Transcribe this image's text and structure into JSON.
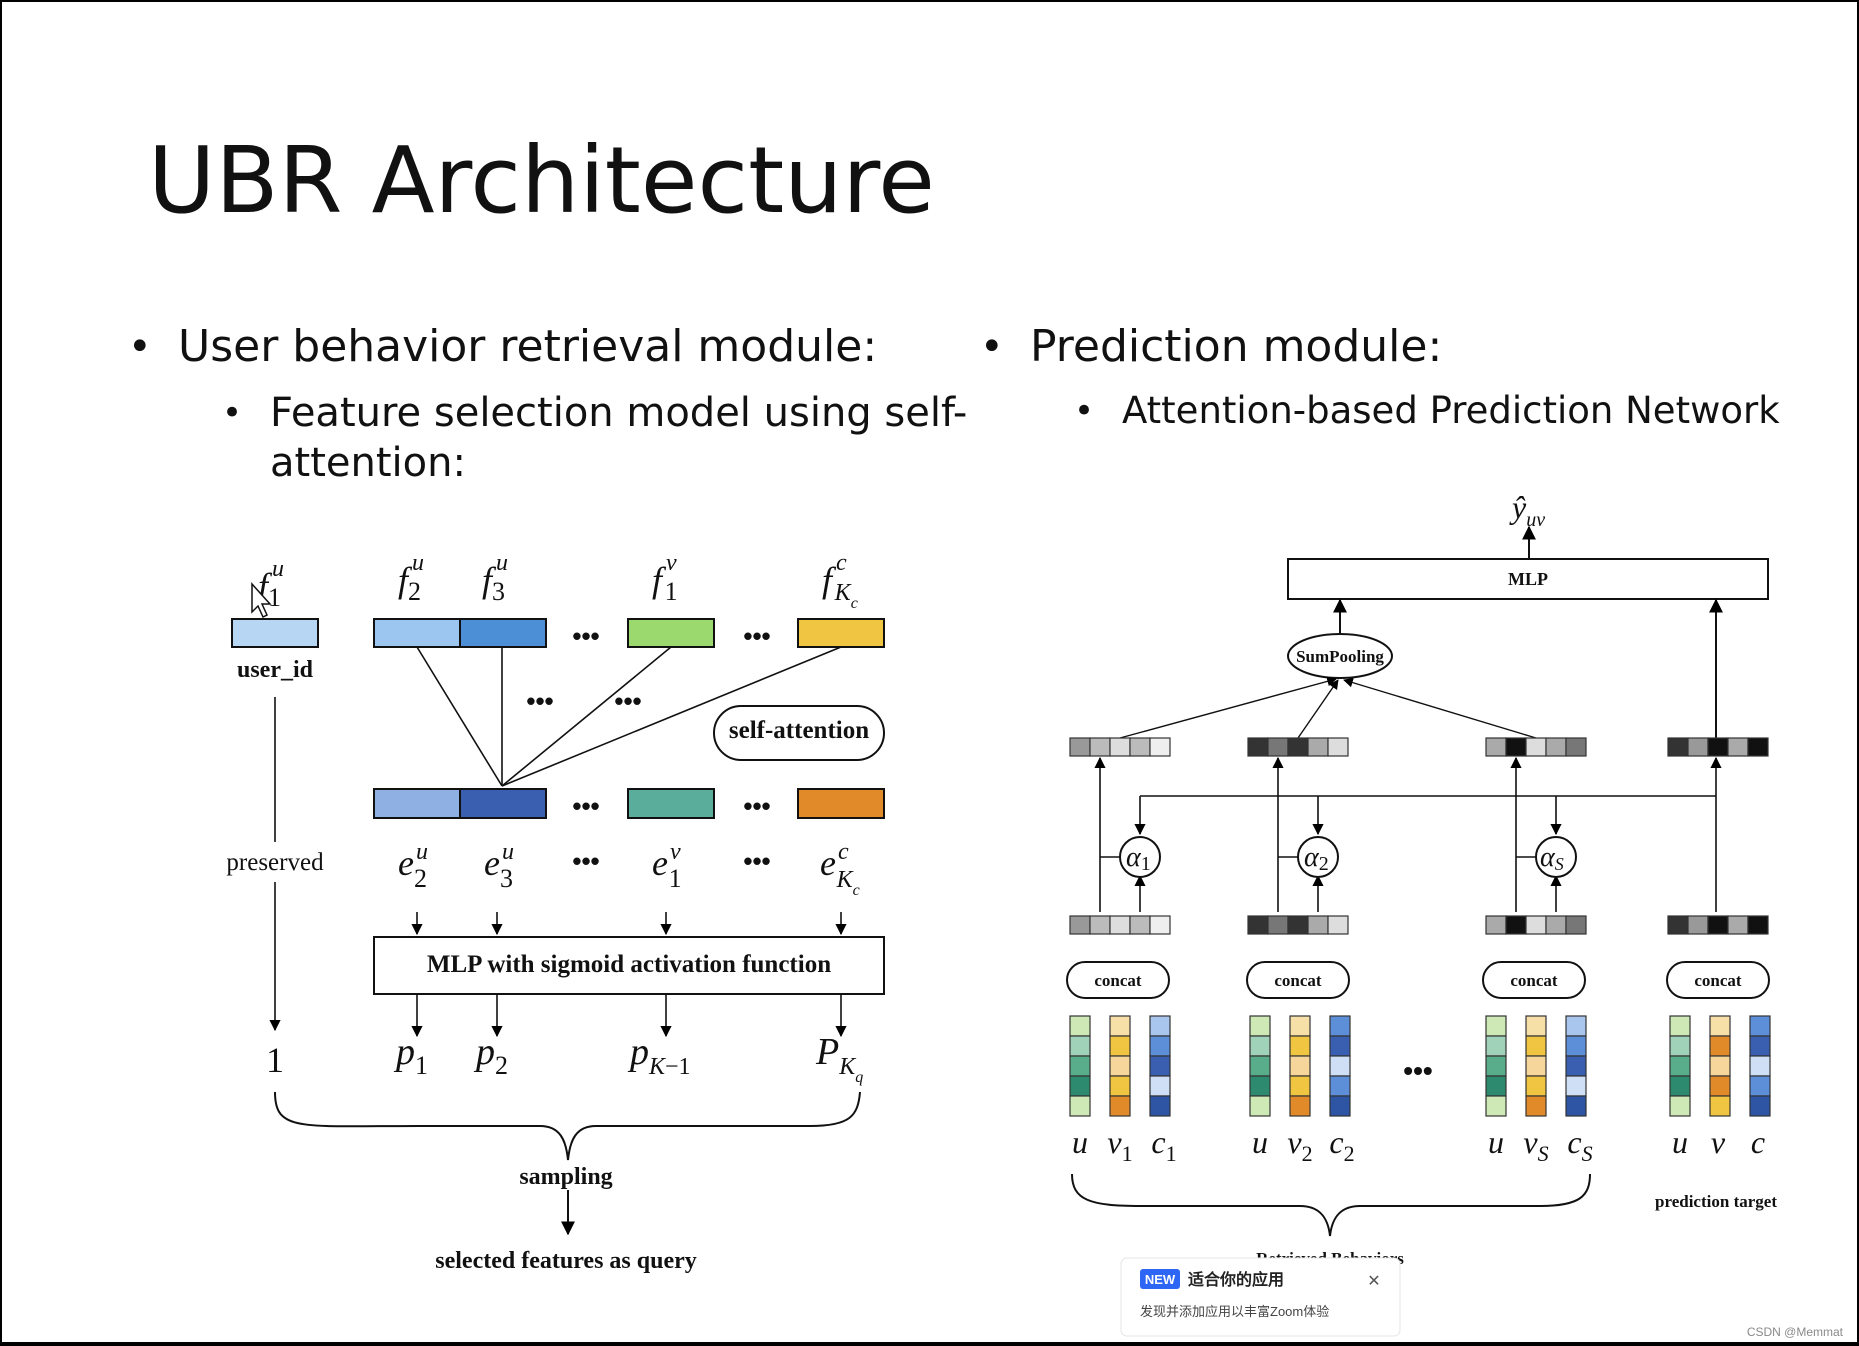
{
  "slide": {
    "title": "UBR Architecture",
    "left_bullet": "User behavior retrieval module:",
    "left_sub_line1": "Feature selection model using self-",
    "left_sub_line2": "attention:",
    "right_bullet": "Prediction module:",
    "right_sub": "Attention-based Prediction Network"
  },
  "left_diagram": {
    "user_id": "user_id",
    "self_attention": "self-attention",
    "preserved": "preserved",
    "mlp": "MLP with sigmoid activation function",
    "sampling": "sampling",
    "query": "selected features as query",
    "one": "1",
    "ellipsis": "•••",
    "colors": {
      "light_blue": "#b7d6f3",
      "sky_blue": "#9cc6f0",
      "mid_blue": "#4d8fd6",
      "green": "#9bd86d",
      "yellow": "#f0c542",
      "blue_out1": "#8eb0e2",
      "blue_out2": "#3a5fb0",
      "teal": "#5aad9b",
      "orange": "#e08a2a"
    }
  },
  "right_diagram": {
    "mlp": "MLP",
    "sumpooling": "SumPooling",
    "concat": "concat",
    "prediction_target": "prediction target",
    "retrieved": "Retrieved Behaviors",
    "ellipsis": "•••",
    "labels": [
      "u",
      "v1",
      "c1",
      "u",
      "v2",
      "c2",
      "u",
      "vS",
      "cS",
      "u",
      "v",
      "c"
    ]
  },
  "toast": {
    "badge": "NEW",
    "title": "适合你的应用",
    "body": "发现并添加应用以丰富Zoom体验",
    "close": "✕"
  },
  "watermark": "CSDN @Memmat"
}
